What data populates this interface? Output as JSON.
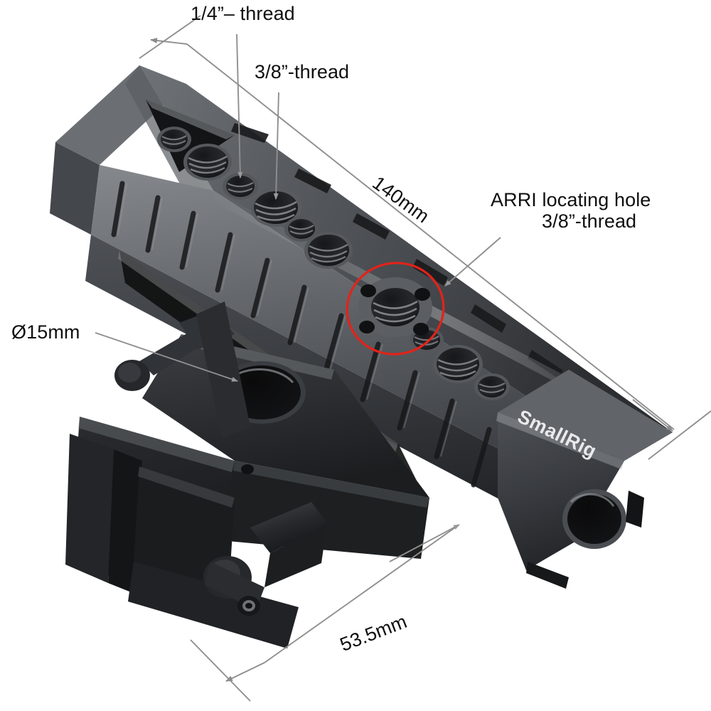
{
  "image": {
    "kind": "product-dimension-diagram",
    "subject": "SmallRig camera cage top handle with 15mm rod clamp",
    "background_color": "#ffffff",
    "brand_engraving": "SmallRig"
  },
  "annotations": [
    {
      "id": "quarter-thread",
      "text": "1/4”– thread",
      "role": "callout-label",
      "points_to": "small threaded mounting hole on top plate"
    },
    {
      "id": "three-eight-thread",
      "text": "3/8”-thread",
      "role": "callout-label",
      "points_to": "large threaded mounting hole on top plate"
    },
    {
      "id": "arri-locating-hole",
      "line1": "ARRI locating hole",
      "line2": "3/8”-thread",
      "role": "callout-label",
      "points_to": "red-circled ARRI locating hole",
      "highlight_color": "#e2231a"
    },
    {
      "id": "rod-diameter",
      "text": "Ø15mm",
      "role": "callout-label",
      "points_to": "15mm rod clamp bore"
    },
    {
      "id": "length-dimension",
      "text": "140mm",
      "role": "dimension-label",
      "measures": "overall handle length",
      "rotation_deg": 36
    },
    {
      "id": "width-dimension",
      "text": "53.5mm",
      "role": "dimension-label",
      "measures": "handle base width",
      "rotation_deg": -21
    }
  ],
  "colors": {
    "body_dark": "#2f3033",
    "body_mid": "#55585c",
    "body_light": "#7d8185",
    "highlight_red": "#e2231a",
    "leader_gray": "#8c8c8c",
    "text": "#100f0f"
  }
}
